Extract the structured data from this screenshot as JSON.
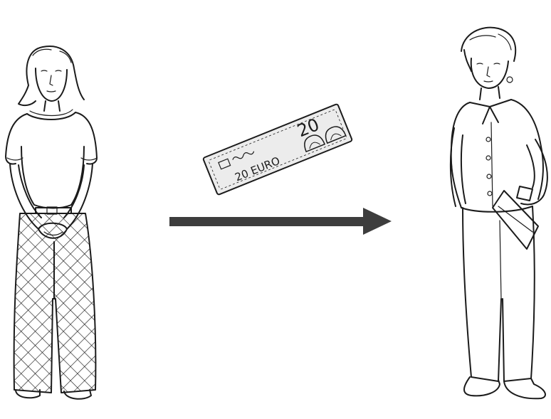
{
  "banknote": {
    "denomination": "20",
    "currency_label": "20 EURO",
    "top_label": "20"
  },
  "colors": {
    "ink": "#1b1b1b",
    "arrow": "#3d3d3d",
    "background": "#ffffff"
  },
  "icons": {
    "left_figure": "person-paying-icon",
    "right_figure": "person-receiving-icon",
    "money": "banknote-icon",
    "direction": "right-arrow-icon"
  }
}
